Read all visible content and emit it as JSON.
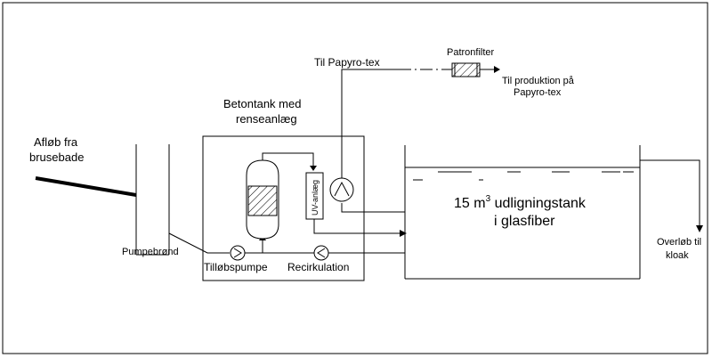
{
  "labels": {
    "afloeb_line1": "Afløb fra",
    "afloeb_line2": "brusebade",
    "pumpebroend": "Pumpebrønd",
    "betontank_line1": "Betontank med",
    "betontank_line2": "renseanlæg",
    "til_papyro": "Til Papyro-tex",
    "patronfilter": "Patronfilter",
    "til_produktion_line1": "Til produktion på",
    "til_produktion_line2": "Papyro-tex",
    "uv_anlaeg": "UV-anlæg",
    "tank_line1_prefix": "15 m",
    "tank_line1_sup": "3",
    "tank_line1_suffix": " udligningstank",
    "tank_line2": "i glasfiber",
    "overloeb_line1": "Overløb til",
    "overloeb_line2": "kloak",
    "tilloebspumpe": "Tilløbspumpe",
    "recirkulation": "Recirkulation"
  },
  "icons": [
    "pump-icon",
    "filter-column-icon",
    "uv-unit-icon",
    "cartridge-filter-icon",
    "arrow-icon"
  ],
  "colors": {
    "line": "#000000",
    "background": "#ffffff"
  }
}
